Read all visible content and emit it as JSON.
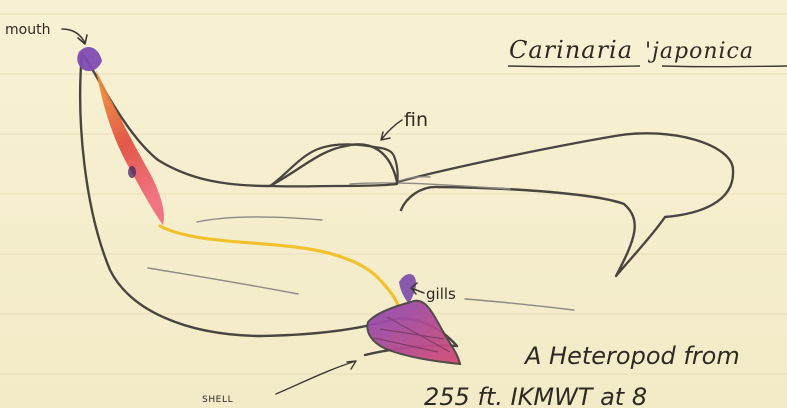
{
  "title": {
    "genus": "Carinaria",
    "species": "'japonica"
  },
  "labels": {
    "mouth": "mouth",
    "fin": "fin",
    "gills": "gills",
    "shell": "SHELL"
  },
  "note": {
    "line1": "A Heteropod from",
    "line2": "255 ft. IKMWT at 8"
  },
  "colors": {
    "paper": "#f6efcf",
    "rule_line": "#e7ddb5",
    "outline": "#4a4540",
    "digestive_orange": "#f08a2c",
    "digestive_red": "#d9363e",
    "mouth_purple": "#7f4bb3",
    "gut_yellow": "#f2c22e",
    "shell_fill": "#c24a7a"
  }
}
